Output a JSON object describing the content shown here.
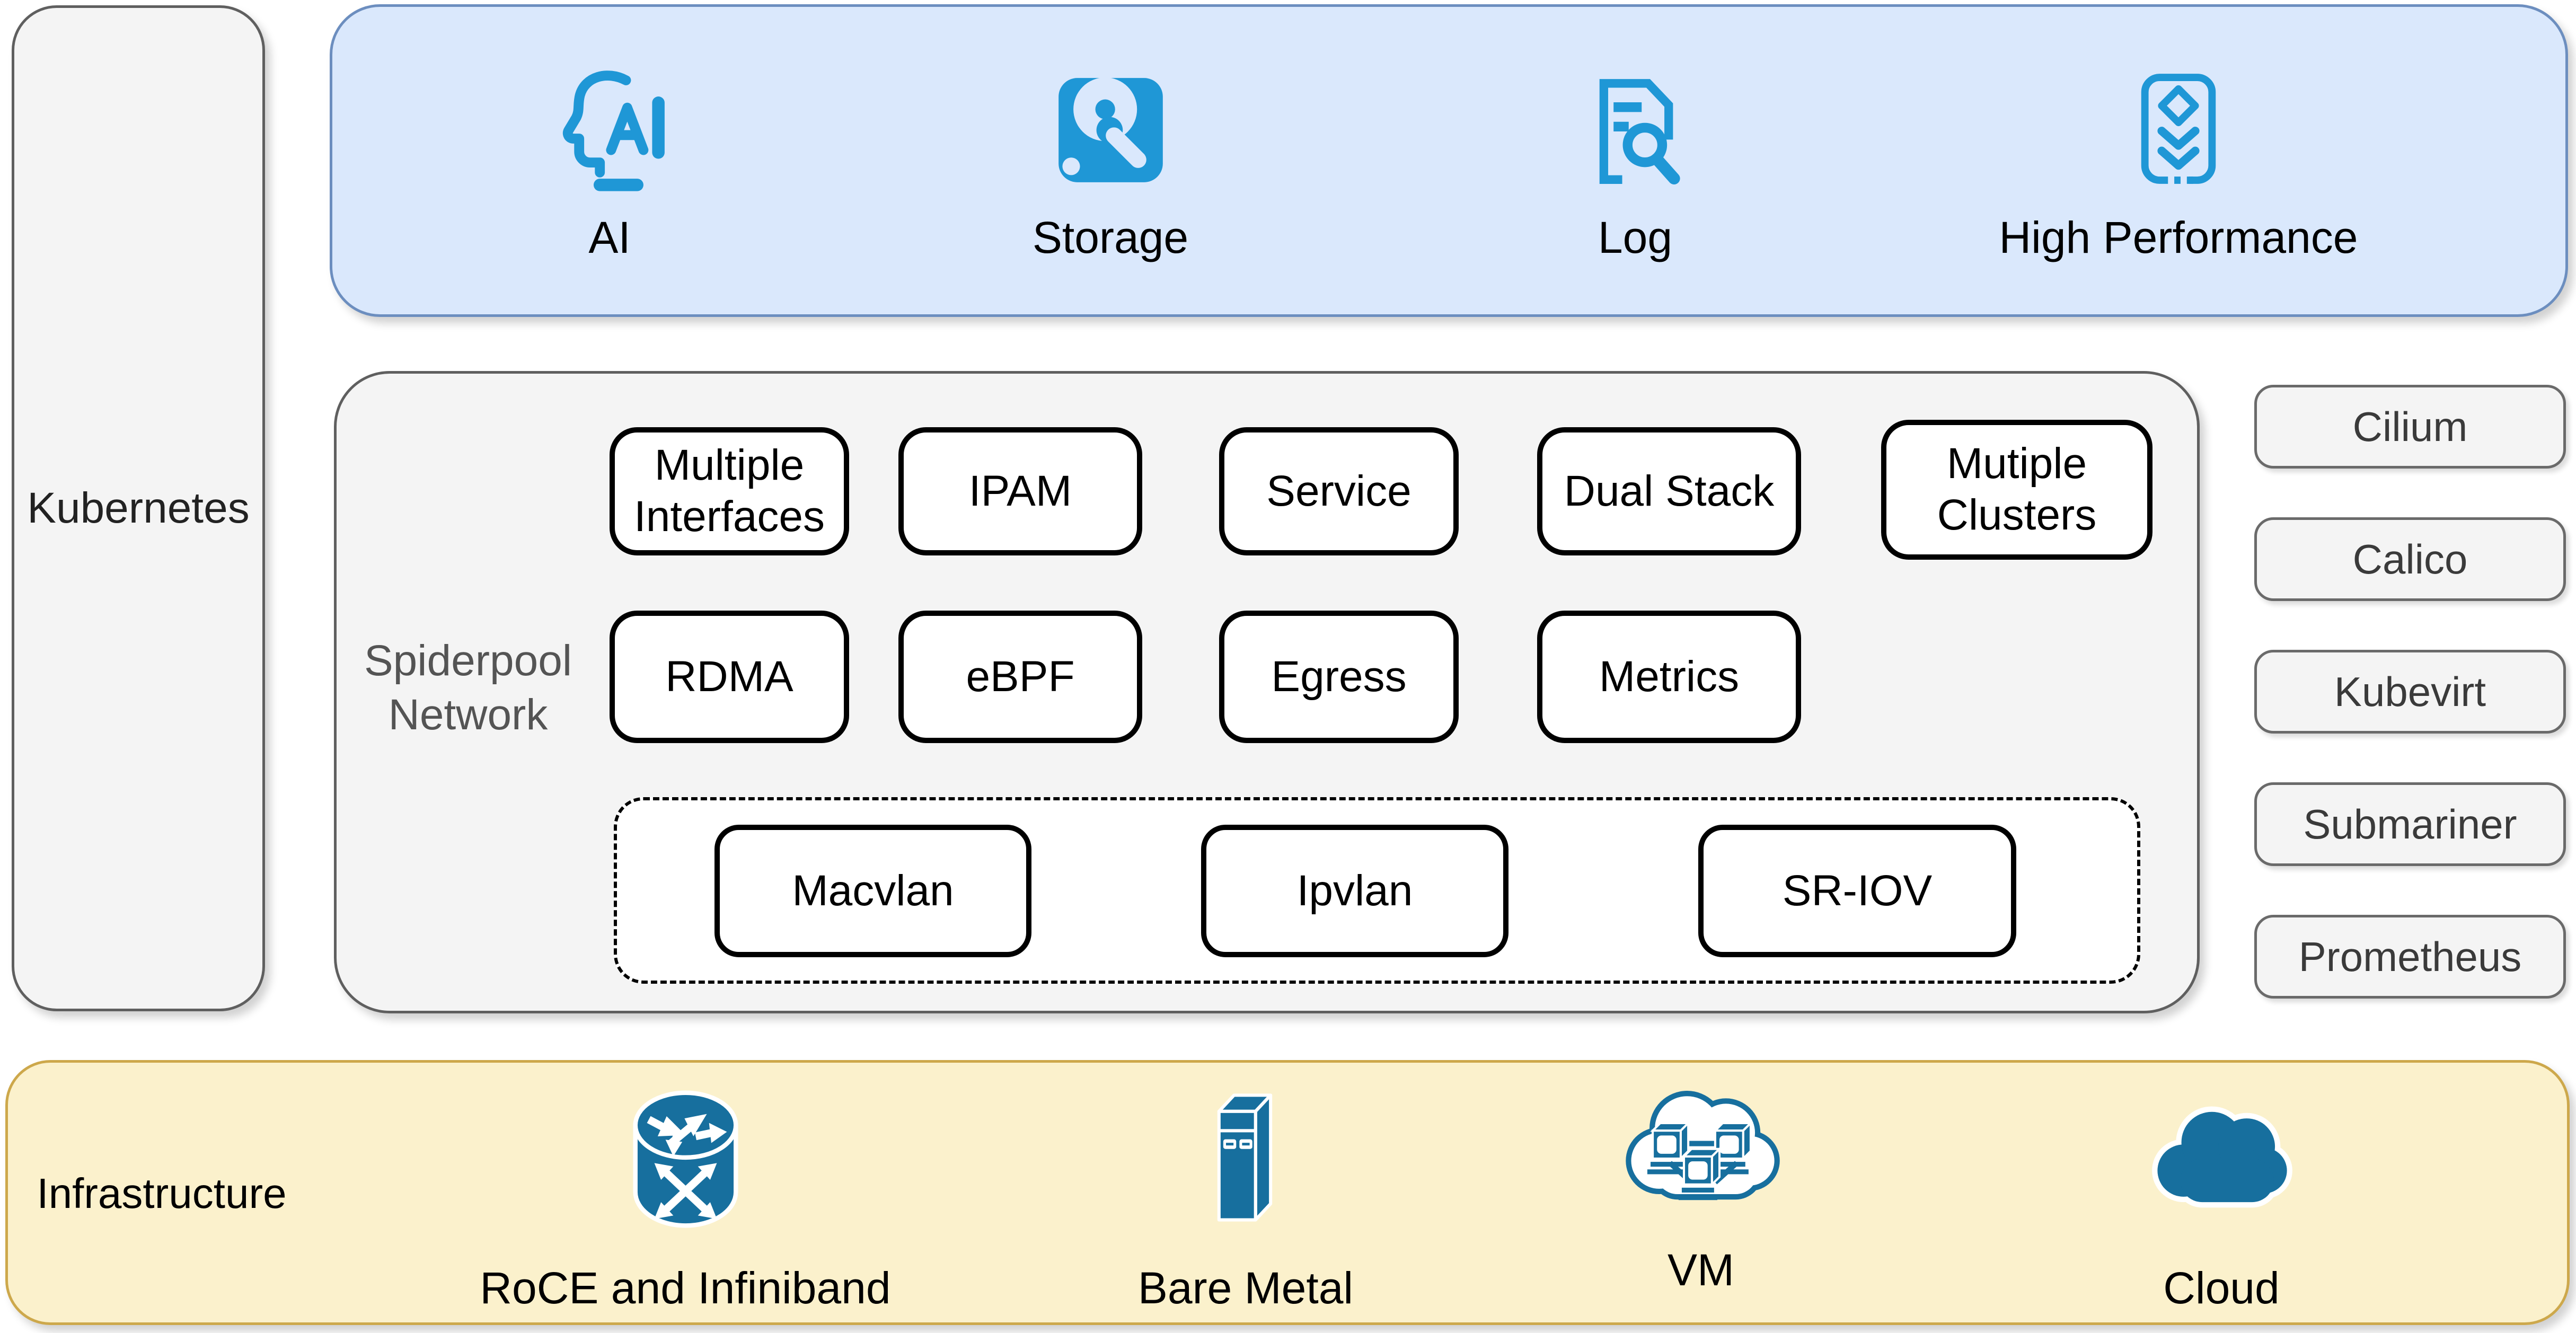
{
  "kubernetes": {
    "label": "Kubernetes"
  },
  "workloads": {
    "items": [
      {
        "id": "ai",
        "icon": "ai-head-icon",
        "label": "AI"
      },
      {
        "id": "storage",
        "icon": "hard-disk-icon",
        "label": "Storage"
      },
      {
        "id": "log",
        "icon": "log-search-icon",
        "label": "Log"
      },
      {
        "id": "high-performance",
        "icon": "performance-card-icon",
        "label": "High Performance"
      }
    ]
  },
  "spiderpool": {
    "label": "Spiderpool Network",
    "features_row1": [
      "Multiple Interfaces",
      "IPAM",
      "Service",
      "Dual Stack",
      "Mutiple Clusters"
    ],
    "features_row2": [
      "RDMA",
      "eBPF",
      "Egress",
      "Metrics"
    ],
    "datapath_plugins": [
      "Macvlan",
      "Ipvlan",
      "SR-IOV"
    ]
  },
  "ecosystem": {
    "items": [
      "Cilium",
      "Calico",
      "Kubevirt",
      "Submariner",
      "Prometheus"
    ]
  },
  "infrastructure": {
    "label": "Infrastructure",
    "items": [
      {
        "id": "roce",
        "icon": "router-icon",
        "label": "RoCE and Infiniband"
      },
      {
        "id": "bare-metal",
        "icon": "server-tower-icon",
        "label": "Bare Metal"
      },
      {
        "id": "vm",
        "icon": "vm-cloud-icon",
        "label": "VM"
      },
      {
        "id": "cloud",
        "icon": "cloud-icon",
        "label": "Cloud"
      }
    ]
  },
  "colors": {
    "workloads_fill": "#dae8fc",
    "workloads_border": "#6c8ebf",
    "panel_fill": "#f4f4f4",
    "panel_border": "#5f5f5f",
    "infra_fill": "#fbf1cc",
    "infra_border": "#cda84b",
    "icon_blue": "#1f97d6",
    "icon_teal": "#176f9e",
    "feature_border": "#000000"
  }
}
